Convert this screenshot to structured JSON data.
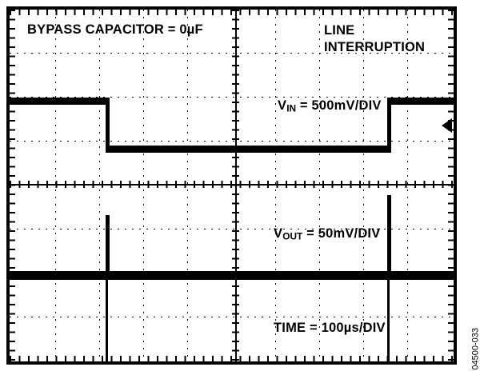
{
  "figure": {
    "id_label": "04500-033"
  },
  "scope": {
    "header": {
      "bypass_capacitor": "BYPASS CAPACITOR = 0µF",
      "line_interruption_line1": "LINE",
      "line_interruption_line2": "INTERRUPTION"
    },
    "channels": [
      {
        "name": "VIN",
        "prefix": "V",
        "subscript": "IN",
        "scale_text": " = 500mV/DIV",
        "full_label": "VIN = 500mV/DIV"
      },
      {
        "name": "VOUT",
        "prefix": "V",
        "subscript": "OUT",
        "scale_text": " = 50mV/DIV",
        "full_label": "VOUT = 50mV/DIV"
      }
    ],
    "timebase": {
      "prefix": "TIME",
      "subscript": "",
      "scale_text": " = 100µs/DIV",
      "full_label": "TIME = 100µs/DIV"
    },
    "colors": {
      "trace": "#000000",
      "grid": "#000000",
      "background": "#ffffff"
    }
  },
  "chart_data": {
    "type": "line",
    "title": "BYPASS CAPACITOR = 0µF — LINE INTERRUPTION",
    "xlabel": "TIME",
    "x_per_div": "100µs",
    "grid": true,
    "legend_position": "inline",
    "annotations": [
      "BYPASS CAPACITOR = 0µF",
      "LINE INTERRUPTION",
      "VIN = 500mV/DIV",
      "VOUT = 50mV/DIV",
      "TIME = 100µs/DIV"
    ],
    "series": [
      {
        "name": "VIN",
        "units_per_div": "500mV",
        "description": "Input supply steps low during the line interruption then recovers",
        "points": [
          {
            "x_div": 0.0,
            "level": "high"
          },
          {
            "x_div": 2.2,
            "level": "high"
          },
          {
            "x_div": 2.2,
            "level": "low"
          },
          {
            "x_div": 8.6,
            "level": "low"
          },
          {
            "x_div": 8.6,
            "level": "high"
          },
          {
            "x_div": 10.0,
            "level": "high"
          }
        ]
      },
      {
        "name": "VOUT",
        "units_per_div": "50mV",
        "description": "Output stays flat except narrow transient spikes at both edges of the interruption",
        "points": [
          {
            "x_div": 0.0,
            "level": "baseline"
          },
          {
            "x_div": 2.2,
            "level": "spike"
          },
          {
            "x_div": 2.2,
            "level": "baseline"
          },
          {
            "x_div": 8.6,
            "level": "spike"
          },
          {
            "x_div": 8.6,
            "level": "baseline"
          },
          {
            "x_div": 10.0,
            "level": "baseline"
          }
        ]
      }
    ]
  }
}
